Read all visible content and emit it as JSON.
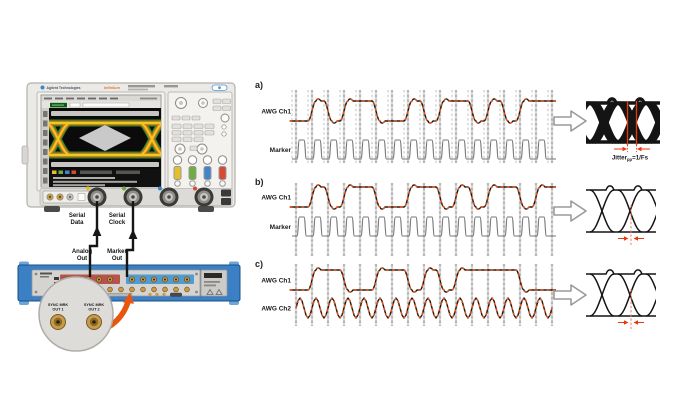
{
  "colors": {
    "trace": "#1a1a1a",
    "sample_dots": "#e8500e",
    "marker_trace": "#757575",
    "annotation_red": "#e8380d",
    "annotation_red_light": "#f08055",
    "grid_line": "#707070",
    "grid_band": "#dcdcdc",
    "awg_blue": "#3b7fc4",
    "awg_highlight_red": "#b5534c",
    "awg_highlight_blue": "#4f9bd4",
    "screen_eye_green": "#2e8b2e",
    "screen_eye_orange": "#e07818",
    "screen_eye_yellow": "#f3c623",
    "channel_colors": [
      "#e3bf2e",
      "#6fae3e",
      "#3f86c8",
      "#d84a30"
    ]
  },
  "instruments": {
    "oscilloscope": {
      "brand": "Agilent Technologies",
      "series": "Infiniium"
    },
    "awg": {
      "description": "arbitrary waveform generator"
    }
  },
  "connections": {
    "serial_data": [
      "Serial",
      "Data"
    ],
    "serial_clock": [
      "Serial",
      "Clock"
    ],
    "analog_out": [
      "Analog",
      "Out"
    ],
    "marker_out": [
      "Marker",
      "Out"
    ]
  },
  "magnifier": {
    "port1": [
      "SYNC MRK",
      "OUT 1"
    ],
    "port2": [
      "SYNC MRK",
      "OUT 2"
    ]
  },
  "sections": [
    {
      "label": "a)",
      "rows": [
        {
          "label": "AWG Ch1",
          "type": "data",
          "sample_dots": true,
          "bits": [
            0,
            1,
            0,
            1,
            1,
            0,
            0,
            1,
            0,
            1,
            1,
            0,
            1,
            0,
            1,
            1
          ]
        },
        {
          "label": "Marker",
          "type": "clock",
          "sample_dots": false
        }
      ],
      "eye": {
        "style": "jittered",
        "annotation": {
          "name": "Jitter",
          "sub": "pp",
          "value": "=1/Fs"
        }
      }
    },
    {
      "label": "b)",
      "rows": [
        {
          "label": "AWG Ch1",
          "type": "data",
          "sample_dots": true,
          "bits": [
            0,
            1,
            0,
            1,
            1,
            0,
            0,
            1,
            1,
            0,
            1,
            0,
            1,
            1,
            0,
            1
          ]
        },
        {
          "label": "Marker",
          "type": "clock",
          "sample_dots": false
        }
      ],
      "eye": {
        "style": "clean"
      }
    },
    {
      "label": "c)",
      "rows": [
        {
          "label": "AWG Ch1",
          "type": "data",
          "sample_dots": true,
          "bits": [
            0,
            1,
            1,
            0,
            0,
            1,
            1,
            0,
            1,
            0,
            1,
            1,
            1,
            1,
            0,
            0
          ]
        },
        {
          "label": "AWG Ch2",
          "type": "sine",
          "sample_dots": true
        }
      ],
      "eye": {
        "style": "clean"
      }
    }
  ]
}
